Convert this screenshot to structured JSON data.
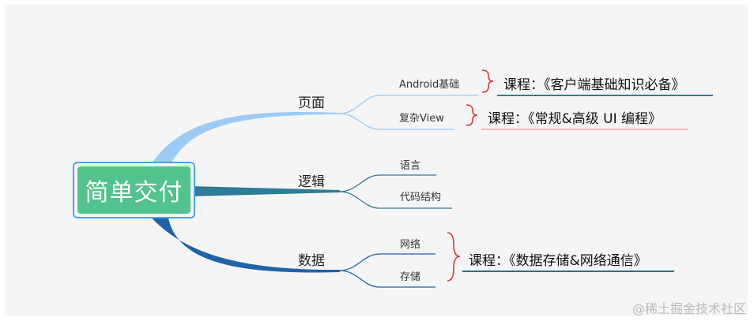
{
  "root": {
    "label": "简单交付"
  },
  "branches": [
    {
      "label": "页面",
      "leaves": [
        "Android基础",
        "复杂View"
      ]
    },
    {
      "label": "逻辑",
      "leaves": [
        "语言",
        "代码结构"
      ]
    },
    {
      "label": "数据",
      "leaves": [
        "网络",
        "存储"
      ]
    }
  ],
  "courses": [
    {
      "text": "课程：《客户端基础知识必备》",
      "underline_color": "#2f7d94"
    },
    {
      "text": "课程：《常规&高级 UI 编程》",
      "underline_color": "#f4b8b8"
    },
    {
      "text": "课程：《数据存储&网络通信》",
      "underline_color": "#2f6f86"
    }
  ],
  "colors": {
    "root_fill": "#52c38c",
    "root_border": "#4aa3e8",
    "branch_page": "#9ccbf5",
    "branch_logic": "#2e7c96",
    "branch_data": "#1f63a8",
    "brace": "#d13b3b"
  },
  "watermark": "@稀土掘金技术社区"
}
